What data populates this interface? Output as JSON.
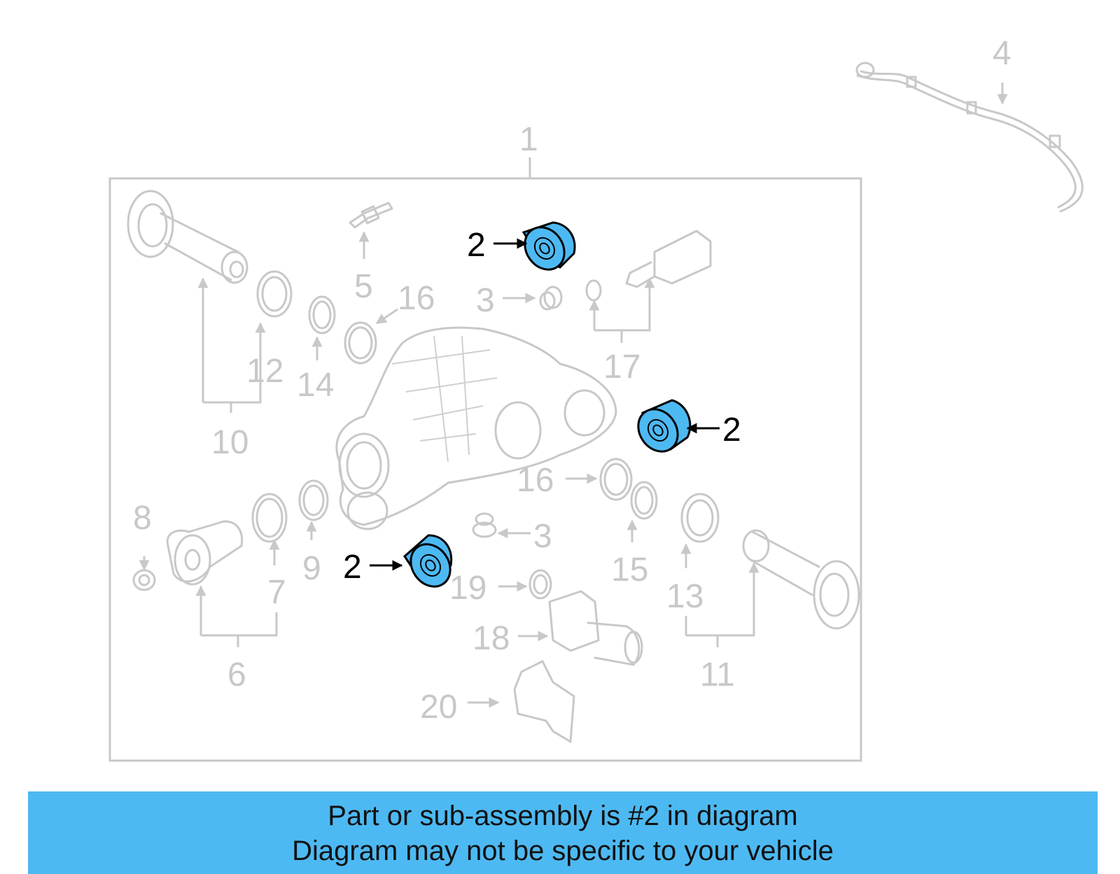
{
  "colors": {
    "highlight": "#4db9f2",
    "lineart": "#c8c8c8",
    "banner": "#4db9f2"
  },
  "labels": {
    "l1": "1",
    "l2a": "2",
    "l2b": "2",
    "l2c": "2",
    "l3a": "3",
    "l3b": "3",
    "l4": "4",
    "l5": "5",
    "l6": "6",
    "l7": "7",
    "l8": "8",
    "l9": "9",
    "l10": "10",
    "l11": "11",
    "l12": "12",
    "l13": "13",
    "l14": "14",
    "l15": "15",
    "l16a": "16",
    "l16b": "16",
    "l17": "17",
    "l18": "18",
    "l19": "19",
    "l20": "20"
  },
  "banner": {
    "line1": "Part or sub-assembly is #2 in diagram",
    "line2": "Diagram may not be specific to your vehicle"
  }
}
